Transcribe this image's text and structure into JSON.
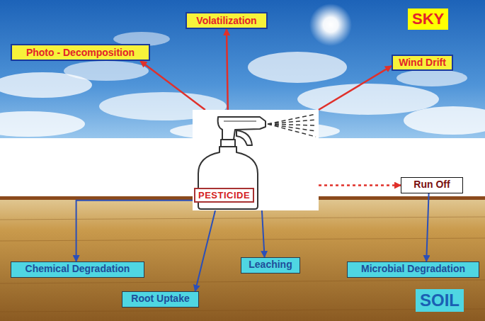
{
  "diagram": {
    "nodes": [
      {
        "text": [
          "Volatilization"
        ]
      },
      {
        "text": [
          "Photo - Decomposition"
        ]
      },
      {
        "text": [
          "Wind Drift"
        ]
      },
      {
        "text": [
          "PESTICIDE"
        ]
      },
      {
        "text": [
          "Run Off"
        ]
      },
      {
        "text": [
          "Chemical Degradation"
        ]
      },
      {
        "text": [
          "Leaching"
        ]
      },
      {
        "text": [
          "Microbial Degradation"
        ]
      },
      {
        "text": [
          "Root Uptake"
        ]
      }
    ],
    "edges": [
      {
        "from": 3,
        "to": 0,
        "arrow": "to"
      },
      {
        "from": 3,
        "to": 1,
        "arrow": "to"
      },
      {
        "from": 3,
        "to": 2,
        "arrow": "to"
      },
      {
        "from": 3,
        "to": 4,
        "arrow": "to"
      },
      {
        "from": 3,
        "to": 5,
        "arrow": "to"
      },
      {
        "from": 3,
        "to": 6,
        "arrow": "to"
      },
      {
        "from": 3,
        "to": 8,
        "arrow": "to"
      },
      {
        "from": 4,
        "to": 7,
        "arrow": "to"
      }
    ],
    "labels": [
      "SKY",
      "SOIL"
    ]
  }
}
